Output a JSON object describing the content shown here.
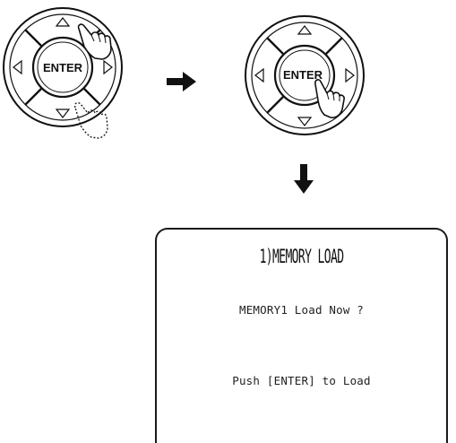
{
  "remote": {
    "enter_label": "ENTER"
  },
  "display": {
    "title": "1)MEMORY LOAD",
    "line1": "MEMORY1 Load Now ?",
    "line2": "Push [ENTER] to Load"
  },
  "colors": {
    "ink": "#111111",
    "background": "#ffffff"
  }
}
